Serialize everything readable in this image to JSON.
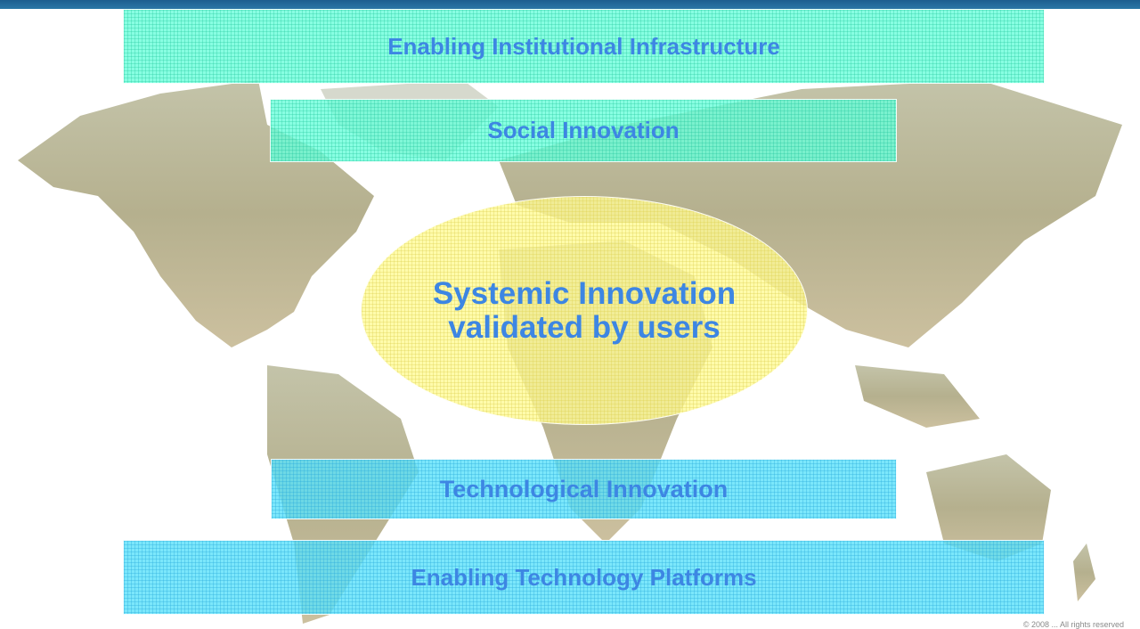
{
  "diagram": {
    "top_band": "Enabling Institutional Infrastructure",
    "upper_band": "Social Innovation",
    "center_line1": "Systemic Innovation",
    "center_line2": "validated by users",
    "lower_band": "Technological Innovation",
    "bottom_band": "Enabling Technology Platforms"
  },
  "colors": {
    "header_bar": "#1d5e8f",
    "text": "#3d86e3",
    "teal_band": "#66ffda",
    "cyan_band": "#5ae1fa",
    "ellipse": "#fffa96"
  },
  "footer_text": "© 2008 ... All rights reserved"
}
